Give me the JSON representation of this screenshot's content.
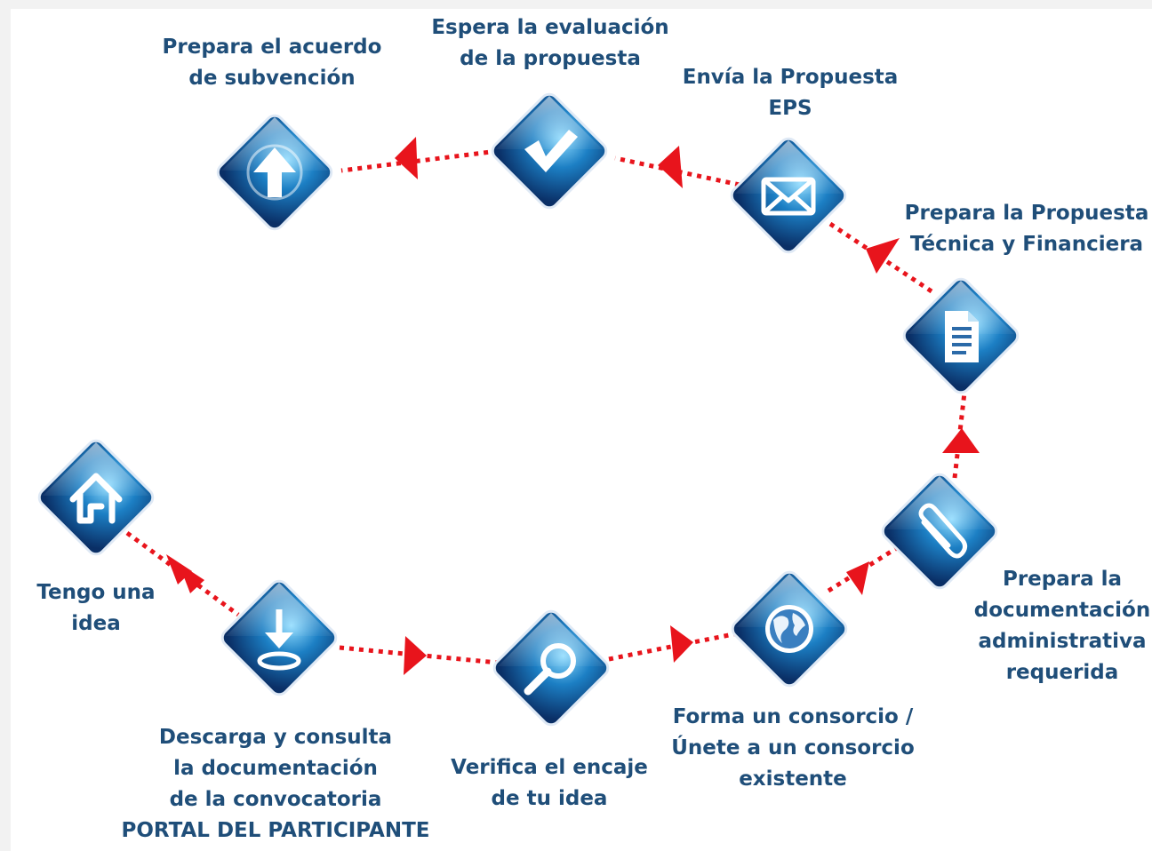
{
  "steps": {
    "idea": {
      "icon": "house-icon",
      "lines": [
        "Tengo una",
        "idea"
      ]
    },
    "download": {
      "icon": "download-icon",
      "lines": [
        "Descarga y consulta",
        "la documentación",
        "de la convocatoria",
        "PORTAL DEL PARTICIPANTE"
      ]
    },
    "verify": {
      "icon": "magnifier-icon",
      "lines": [
        "Verifica el encaje",
        "de tu idea"
      ]
    },
    "consortium": {
      "icon": "globe-icon",
      "lines": [
        "Forma un consorcio /",
        "Únete a un consorcio",
        "existente"
      ]
    },
    "admin_docs": {
      "icon": "paperclip-icon",
      "lines": [
        "Prepara la",
        "documentación",
        "administrativa",
        "requerida"
      ]
    },
    "proposal": {
      "icon": "document-icon",
      "lines": [
        "Prepara la Propuesta",
        "Técnica y Financiera"
      ]
    },
    "send": {
      "icon": "envelope-icon",
      "lines": [
        "Envía la Propuesta",
        "EPS"
      ]
    },
    "evaluation": {
      "icon": "checkmark-icon",
      "lines": [
        "Espera la evaluación",
        "de la propuesta"
      ]
    },
    "agreement": {
      "icon": "up-arrow-icon",
      "lines": [
        "Prepara el acuerdo",
        "de subvención"
      ]
    }
  },
  "colors": {
    "label": "#1f4e79",
    "connector": "#e8141c",
    "diamond_dark": "#0b3d7a",
    "diamond_light": "#5fc3f0"
  }
}
